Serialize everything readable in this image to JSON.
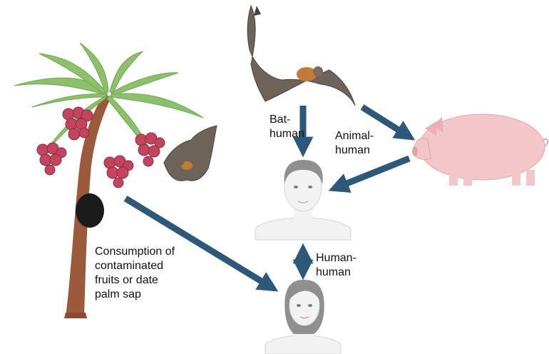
{
  "labels": {
    "bat_human": "Bat-\nhuman",
    "animal_human": "Animal-\nhuman",
    "human_human": "Human-\nhuman",
    "consumption": "Consumption of\ncontaminated\nfruits or date\npalm sap"
  },
  "icons": {
    "palm": "date-palm-tree-icon",
    "fruit": "fruit-cluster-icon",
    "sap_pot": "sap-collection-pot-icon",
    "bat_large": "fruit-bat-icon",
    "bat_small": "fruit-bat-icon",
    "pig": "pig-icon",
    "human_male": "human-head-icon",
    "human_female": "human-head-icon"
  },
  "colors": {
    "arrow": "#2e5878",
    "palm_leaf": "#8cc06c",
    "trunk": "#9b5a3c",
    "fruit": "#c2445e",
    "bat_wing": "#6e6358",
    "bat_body": "#c27a38",
    "pig": "#f3c7c9",
    "skin": "#f2f2f2",
    "hair": "#8f8f8f"
  }
}
